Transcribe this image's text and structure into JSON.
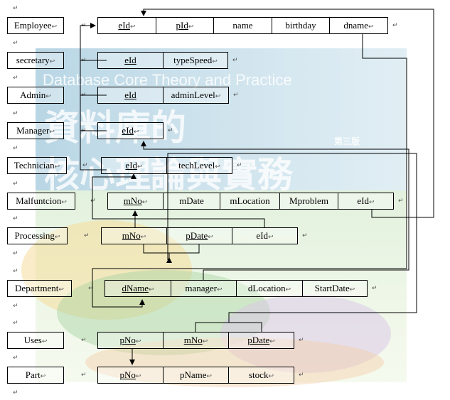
{
  "watermark": {
    "english": "Database Core Theory and Practice",
    "chinese_top": "資料庫的",
    "chinese_bottom": "核心理論與實務",
    "edition": "第三版"
  },
  "tables": [
    {
      "id": "employee",
      "name": "Employee",
      "fields": [
        {
          "text": "eId",
          "pk": true
        },
        {
          "text": "pId",
          "pk": true
        },
        {
          "text": "name",
          "pk": false
        },
        {
          "text": "birthday",
          "pk": false
        },
        {
          "text": "dname",
          "pk": false
        }
      ]
    },
    {
      "id": "secretary",
      "name": "secretary",
      "fields": [
        {
          "text": "eId",
          "pk": true
        },
        {
          "text": "typeSpeed",
          "pk": false
        }
      ]
    },
    {
      "id": "admin",
      "name": "Admin",
      "fields": [
        {
          "text": "eId",
          "pk": true
        },
        {
          "text": "adminLevel",
          "pk": false
        }
      ]
    },
    {
      "id": "manager",
      "name": "Manager",
      "fields": [
        {
          "text": "eId",
          "pk": true
        }
      ]
    },
    {
      "id": "technician",
      "name": "Technician",
      "fields": [
        {
          "text": "eId",
          "pk": true
        },
        {
          "text": "techLevel",
          "pk": false
        }
      ]
    },
    {
      "id": "malfunction",
      "name": "Malfuntcion",
      "fields": [
        {
          "text": "mNo",
          "pk": true
        },
        {
          "text": "mDate",
          "pk": false
        },
        {
          "text": "mLocation",
          "pk": false
        },
        {
          "text": "Mproblem",
          "pk": false
        },
        {
          "text": "eId",
          "pk": false
        }
      ]
    },
    {
      "id": "processing",
      "name": "Processing",
      "fields": [
        {
          "text": "mNo",
          "pk": true
        },
        {
          "text": "pDate",
          "pk": true
        },
        {
          "text": "eId",
          "pk": false
        }
      ]
    },
    {
      "id": "department",
      "name": "Department",
      "fields": [
        {
          "text": "dName",
          "pk": true
        },
        {
          "text": "manager",
          "pk": false
        },
        {
          "text": "dLocation",
          "pk": false
        },
        {
          "text": "StartDate",
          "pk": false
        }
      ]
    },
    {
      "id": "uses",
      "name": "Uses",
      "fields": [
        {
          "text": "pNo",
          "pk": true
        },
        {
          "text": "mNo",
          "pk": true
        },
        {
          "text": "pDate",
          "pk": true
        }
      ]
    },
    {
      "id": "part",
      "name": "Part",
      "fields": [
        {
          "text": "pNo",
          "pk": true
        },
        {
          "text": "pName",
          "pk": false
        },
        {
          "text": "stock",
          "pk": false
        }
      ]
    }
  ],
  "marks": {
    "paragraph": "↵",
    "return": "↩"
  }
}
